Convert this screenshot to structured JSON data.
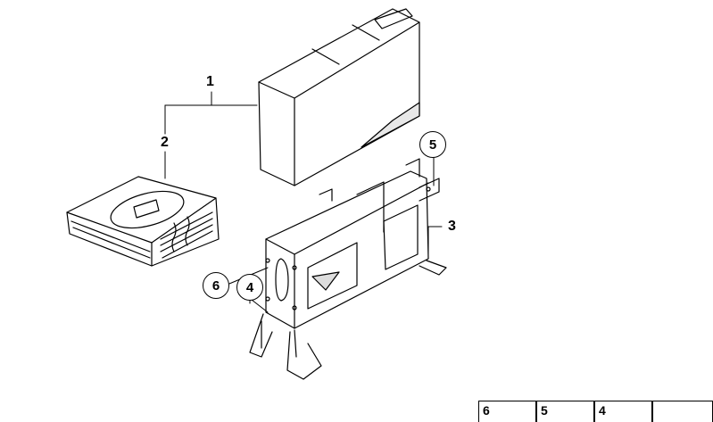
{
  "callouts": {
    "c1": "1",
    "c2": "2",
    "c3": "3",
    "c4": "4",
    "c5": "5",
    "c6": "6"
  },
  "legend": {
    "cell1": "6",
    "cell2": "5",
    "cell3": "4"
  },
  "parts": {
    "part1_icon": "control-unit-box",
    "part2_icon": "amplifier-module",
    "part3_icon": "mounting-bracket",
    "part4_icon": "grommet",
    "part5_icon": "clip-nut",
    "part6_icon": "screw"
  }
}
